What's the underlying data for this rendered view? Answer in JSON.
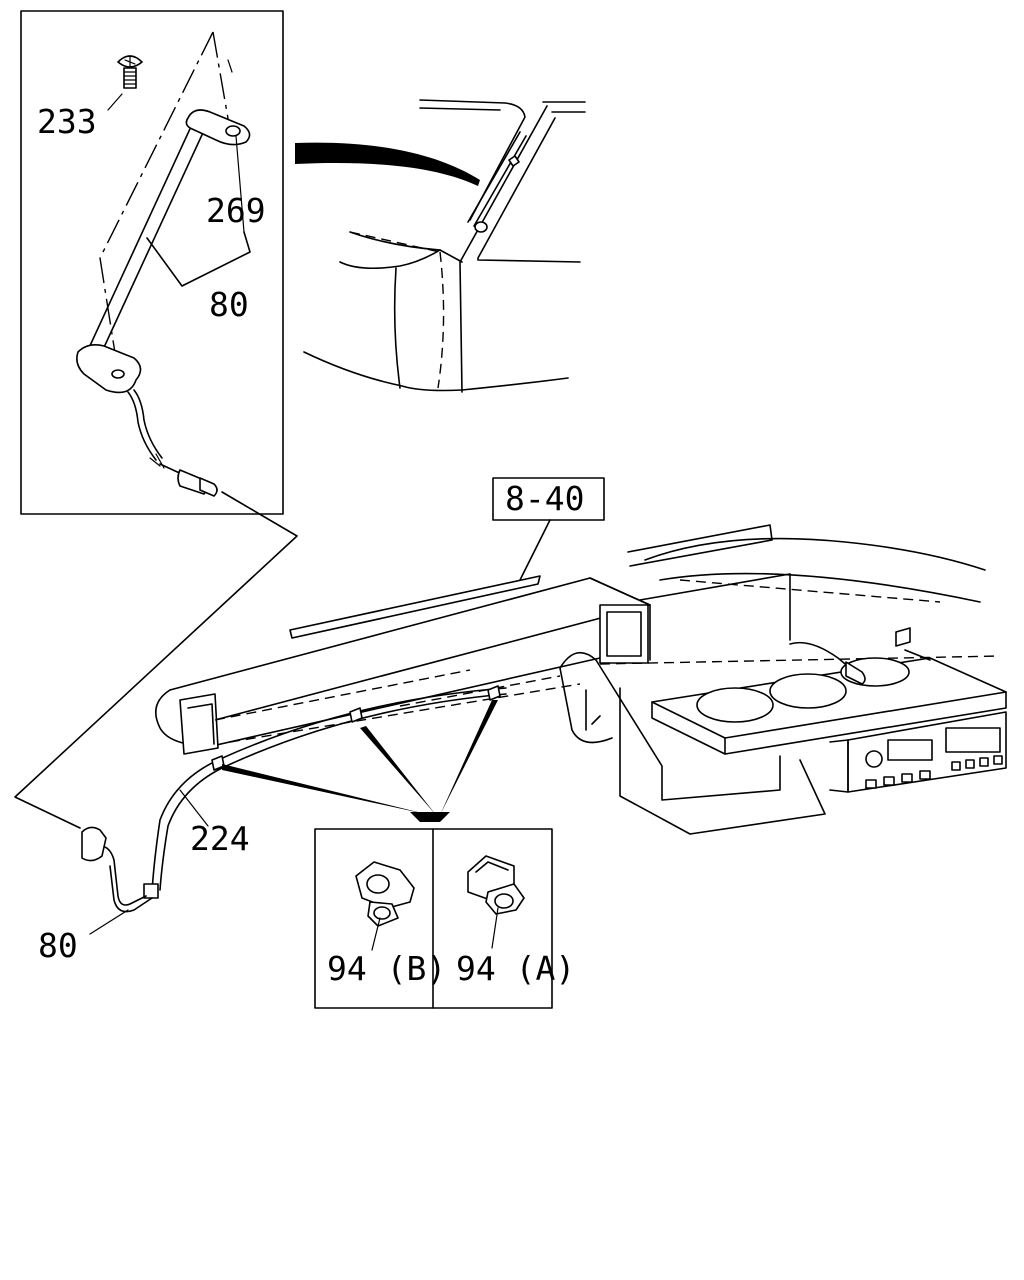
{
  "callouts": {
    "screw": "233",
    "antenna_base": "269",
    "antenna_assembly_upper": "80",
    "antenna_cable": "224",
    "antenna_assembly_lower": "80",
    "clip_b": "94 (B)",
    "clip_a": "94 (A)"
  },
  "reference_box": {
    "label": "8-40"
  }
}
